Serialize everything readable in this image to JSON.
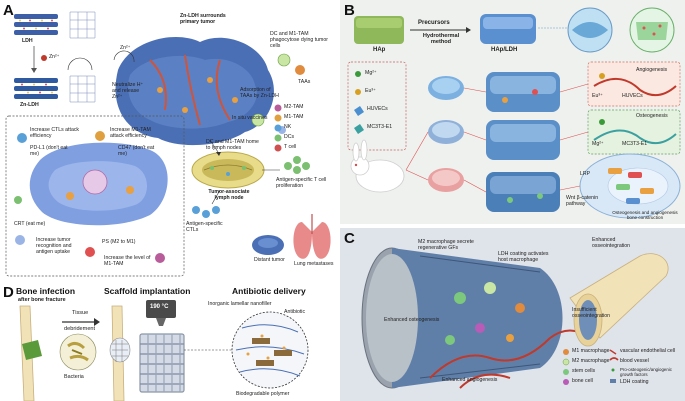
{
  "panels": {
    "a": {
      "letter": "A",
      "ldh": "LDH",
      "zn_ion": "Zn²⁺",
      "zn_ldh": "Zn-LDH",
      "surround_title": "Zn-LDH surrounds primary tumor",
      "zn_ion_small": "Zn²⁺",
      "neutralize": "Neutralize H⁺ and release Zn²⁺",
      "dc_phago": "DC and M1-TAM phagocytose dying tumor cells",
      "taa": "TAAs",
      "adsorption": "Adsorption of TAAs by Zn-LDH",
      "in_situ": "In situ vaccines",
      "legend": [
        "M2-TAM",
        "M1-TAM",
        "NK",
        "DCs",
        "T cell"
      ],
      "home_to_lymph": "DC and M1-TAM home to lymph nodes",
      "tumor_lymph": "Tumor-associate lymph node",
      "tcell_prolif": "Antigen-specific T cell proliferation",
      "ctl_antigen": "Antigen-specific CTLs",
      "distant": "Distant tumor",
      "lung": "Lung metastases",
      "inc_ctl": "Increase CTLs attack efficiency",
      "pdl1": "PD-L1 (don't eat me)",
      "inc_m1": "Increase M1-TAM attack efficiency",
      "cd47": "CD47 (don't eat me)",
      "crt": "CRT (eat me)",
      "inc_recog": "Increase tumor recognition and antigen uptake",
      "ps": "PS (M2 to M1)",
      "inc_level": "Increase the level of M1-TAM"
    },
    "b": {
      "letter": "B",
      "hap": "HAp",
      "precursors": "Precursors",
      "hydrothermal": "Hydrothermal method",
      "hap_ldh": "HAp/LDH",
      "legend": [
        "Mg²⁺",
        "Eu³⁺",
        "HUVECs",
        "MC3T3-E1"
      ],
      "angiogenesis": "Angiogenesis",
      "osteogenesis": "Osteogenesis",
      "bone_const": "Osteogenesis and angiogenesis bone construction",
      "wnt": "Wnt β-catenin pathway",
      "lrp": "LRP",
      "eu_small": "Eu³⁺",
      "mg_small": "Mg²⁺",
      "huvec_label": "HUVECs",
      "mc3t3_label": "MC3T3-E1"
    },
    "c": {
      "letter": "C",
      "m2_secrete": "M2 macrophage secrete regenerative GFs",
      "ldh_coat": "LDH coating activates host macrophage",
      "enhanced_osseo": "Enhanced osseointegration",
      "enhanced_osteo": "Enhanced osteogenesis",
      "insufficient": "Insufficient osseointegration",
      "enhanced_angio": "Enhanced angiogenesis",
      "legend": [
        "M1 macrophage",
        "M2 macrophage",
        "stem cells",
        "bone cell",
        "vascular endothelial cell",
        "blood vessel",
        "Pro-osteogenic/angiogenic growth factors",
        "LDH coating"
      ]
    },
    "d": {
      "letter": "D",
      "bone_infection": "Bone infection",
      "after_fracture": "after bone fracture",
      "tissue": "Tissue",
      "debridement": "debridement",
      "bacteria": "Bacteria",
      "scaffold": "Scaffold implantation",
      "temp": "190 °C",
      "antibiotic_delivery": "Antibiotic delivery",
      "inorganic": "Inorganic lamellar nanofiller",
      "antibiotic": "Antibiotic",
      "biodegradable": "Biodegradable polymer"
    }
  },
  "colors": {
    "tumor_blue": "#4a6fb5",
    "ldh_orange": "#e0a040",
    "bone_cream": "#f2e2b8",
    "vessel_red": "#c0392b",
    "panel_b_bg": "#eef1ee",
    "panel_c_bg": "#dfe3ea"
  }
}
